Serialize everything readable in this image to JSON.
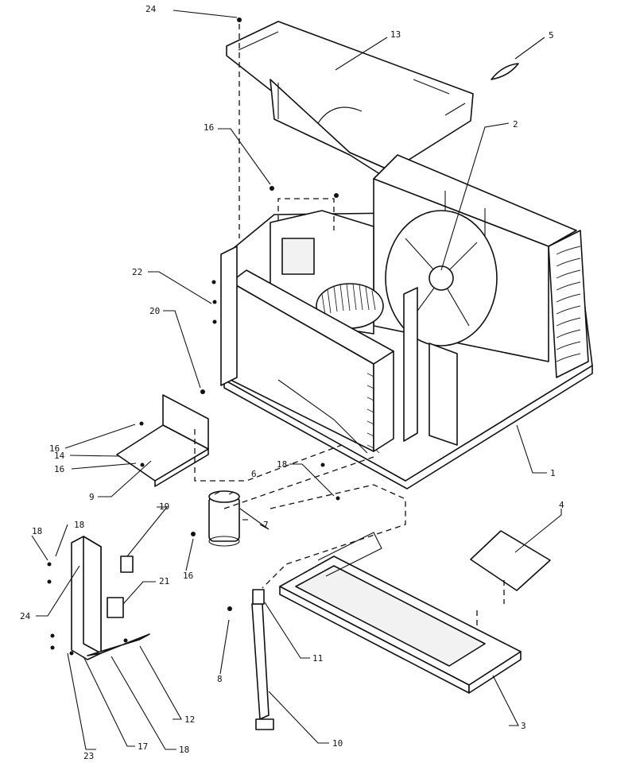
{
  "callouts": [
    {
      "id": "c-24-top",
      "label": "24"
    },
    {
      "id": "c-13",
      "label": "13"
    },
    {
      "id": "c-5",
      "label": "5"
    },
    {
      "id": "c-16-upper",
      "label": "16"
    },
    {
      "id": "c-2",
      "label": "2"
    },
    {
      "id": "c-22",
      "label": "22"
    },
    {
      "id": "c-20",
      "label": "20"
    },
    {
      "id": "c-16-tray",
      "label": "16"
    },
    {
      "id": "c-14",
      "label": "14"
    },
    {
      "id": "c-16-tray-lower",
      "label": "16"
    },
    {
      "id": "c-9",
      "label": "9"
    },
    {
      "id": "c-1",
      "label": "1"
    },
    {
      "id": "c-18-mid",
      "label": "18"
    },
    {
      "id": "c-6",
      "label": "6"
    },
    {
      "id": "c-7",
      "label": "7"
    },
    {
      "id": "c-16-cap",
      "label": "16"
    },
    {
      "id": "c-19",
      "label": "19"
    },
    {
      "id": "c-4",
      "label": "4"
    },
    {
      "id": "c-18-left",
      "label": "18"
    },
    {
      "id": "c-18-left2",
      "label": "18"
    },
    {
      "id": "c-21",
      "label": "21"
    },
    {
      "id": "c-24-left",
      "label": "24"
    },
    {
      "id": "c-11",
      "label": "11"
    },
    {
      "id": "c-8",
      "label": "8"
    },
    {
      "id": "c-12",
      "label": "12"
    },
    {
      "id": "c-3",
      "label": "3"
    },
    {
      "id": "c-23",
      "label": "23"
    },
    {
      "id": "c-17",
      "label": "17"
    },
    {
      "id": "c-18-bottom",
      "label": "18"
    },
    {
      "id": "c-10",
      "label": "10"
    }
  ]
}
